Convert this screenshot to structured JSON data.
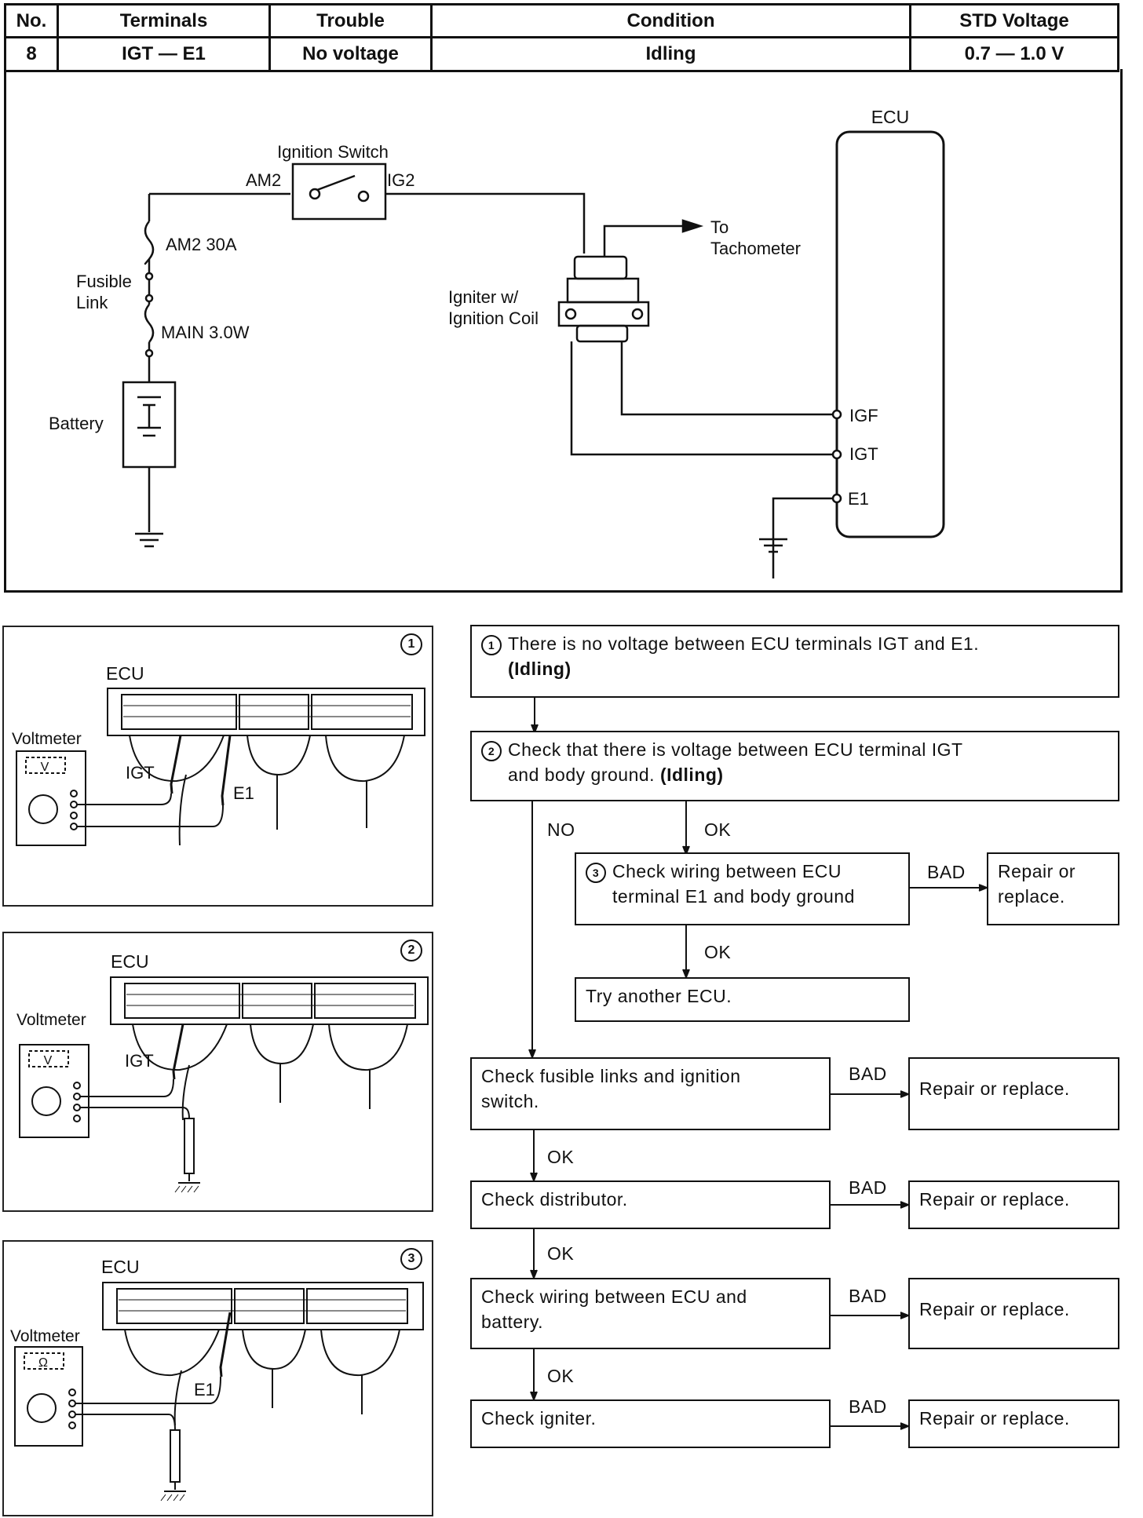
{
  "header": {
    "columns": [
      "No.",
      "Terminals",
      "Trouble",
      "Condition",
      "STD Voltage"
    ],
    "row": [
      "8",
      "IGT — E1",
      "No voltage",
      "Idling",
      "0.7 — 1.0 V"
    ]
  },
  "schematic": {
    "ecu": "ECU",
    "ignition_switch": "Ignition Switch",
    "am2": "AM2",
    "ig2": "IG2",
    "am2_fuse": "AM2 30A",
    "fusible_link_1": "Fusible",
    "fusible_link_2": "Link",
    "main_fuse": "MAIN 3.0W",
    "battery": "Battery",
    "to_1": "To",
    "tachometer": "Tachometer",
    "igniter_1": "Igniter w/",
    "igniter_2": "Ignition Coil",
    "igf": "IGF",
    "igt": "IGT",
    "e1": "E1"
  },
  "panels": [
    {
      "badge": "1",
      "ecu": "ECU",
      "meter": "Voltmeter",
      "meter_face": "V",
      "probe1": "IGT",
      "probe2": "E1"
    },
    {
      "badge": "2",
      "ecu": "ECU",
      "meter": "Voltmeter",
      "meter_face": "V",
      "probe1": "IGT"
    },
    {
      "badge": "3",
      "ecu": "ECU",
      "meter": "Voltmeter",
      "meter_face": "Ω",
      "probe2": "E1"
    }
  ],
  "flow": {
    "step1_badge": "1",
    "step1_text": "There is no voltage between ECU terminals IGT and E1.",
    "step1_bold": "(Idling)",
    "step2_badge": "2",
    "step2_text_1": "Check that there is voltage between ECU terminal IGT",
    "step2_text_2": "and body ground.",
    "step2_bold": "(Idling)",
    "no": "NO",
    "ok": "OK",
    "bad": "BAD",
    "step3_badge": "3",
    "step3_text_1": "Check wiring between ECU",
    "step3_text_2": "terminal E1 and body ground",
    "repair_or": "Repair or",
    "replace": "replace.",
    "try_ecu": "Try another ECU.",
    "fusible_1": "Check fusible links and ignition",
    "fusible_2": "switch.",
    "distributor": "Check distributor.",
    "wiring_batt_1": "Check wiring between ECU and",
    "wiring_batt_2": "battery.",
    "igniter": "Check igniter.",
    "repair_replace": "Repair or replace."
  }
}
